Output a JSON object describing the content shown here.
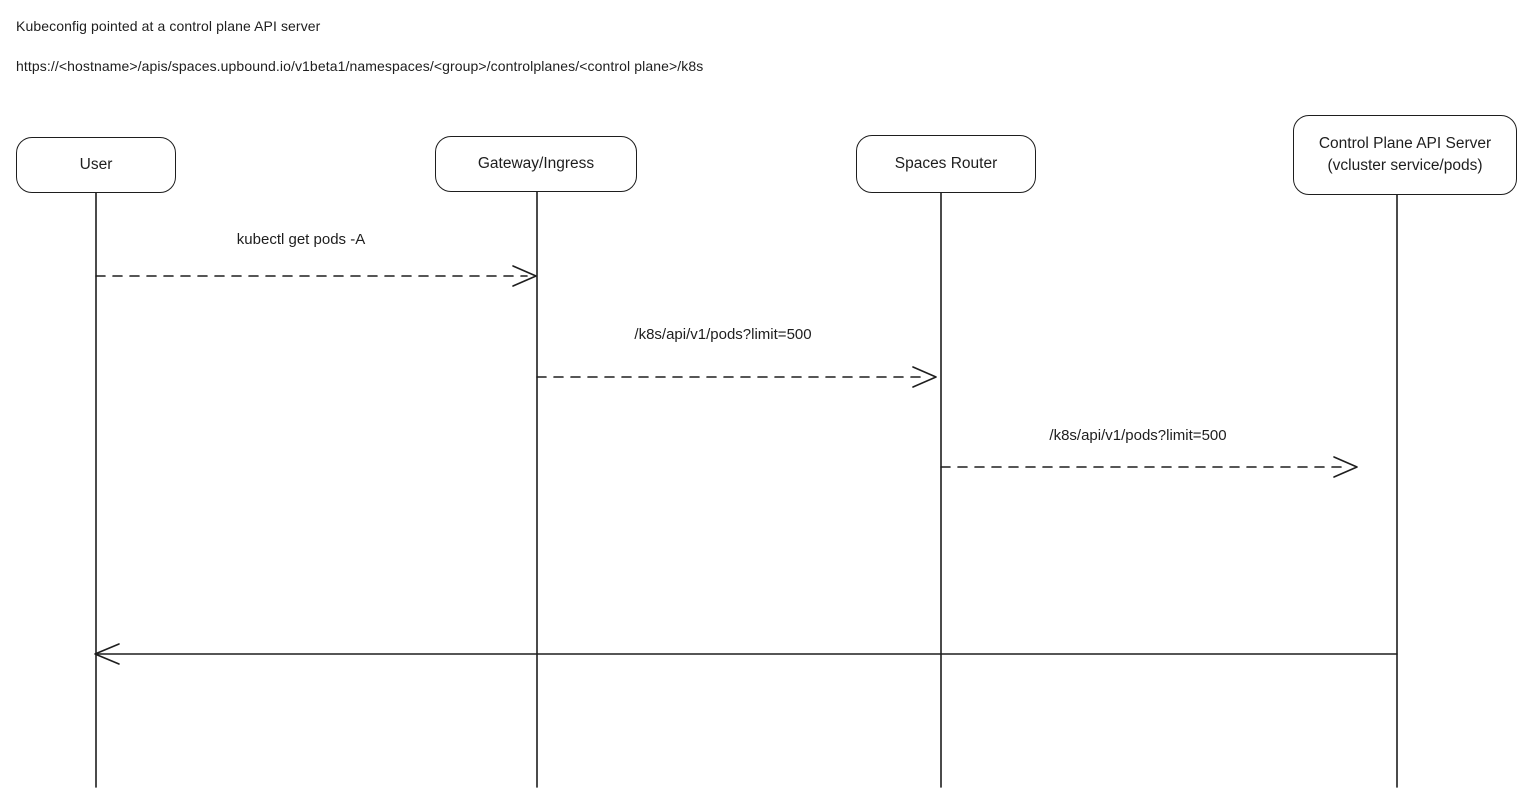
{
  "header": {
    "line1": "Kubeconfig pointed at a control plane API server",
    "line2": "https://<hostname>/apis/spaces.upbound.io/v1beta1/namespaces/<group>/controlplanes/<control plane>/k8s"
  },
  "diagram": {
    "type": "sequence-diagram",
    "colors": {
      "stroke": "#1e1e1e",
      "background": "#ffffff"
    },
    "actors": [
      {
        "id": "user",
        "label": "User"
      },
      {
        "id": "gateway-ingress",
        "label": "Gateway/Ingress"
      },
      {
        "id": "spaces-router",
        "label": "Spaces Router"
      },
      {
        "id": "control-plane-api-server",
        "label": "Control Plane API Server",
        "sublabel": "(vcluster service/pods)"
      }
    ],
    "messages": [
      {
        "from": "User",
        "to": "Gateway/Ingress",
        "label": "kubectl get pods -A",
        "line_style": "dashed",
        "direction": "right"
      },
      {
        "from": "Gateway/Ingress",
        "to": "Spaces Router",
        "label": "/k8s/api/v1/pods?limit=500",
        "line_style": "dashed",
        "direction": "right"
      },
      {
        "from": "Spaces Router",
        "to": "Control Plane API Server",
        "label": "/k8s/api/v1/pods?limit=500",
        "line_style": "dashed",
        "direction": "right"
      },
      {
        "from": "Control Plane API Server",
        "to": "User",
        "label": "",
        "line_style": "solid",
        "direction": "left"
      }
    ]
  }
}
